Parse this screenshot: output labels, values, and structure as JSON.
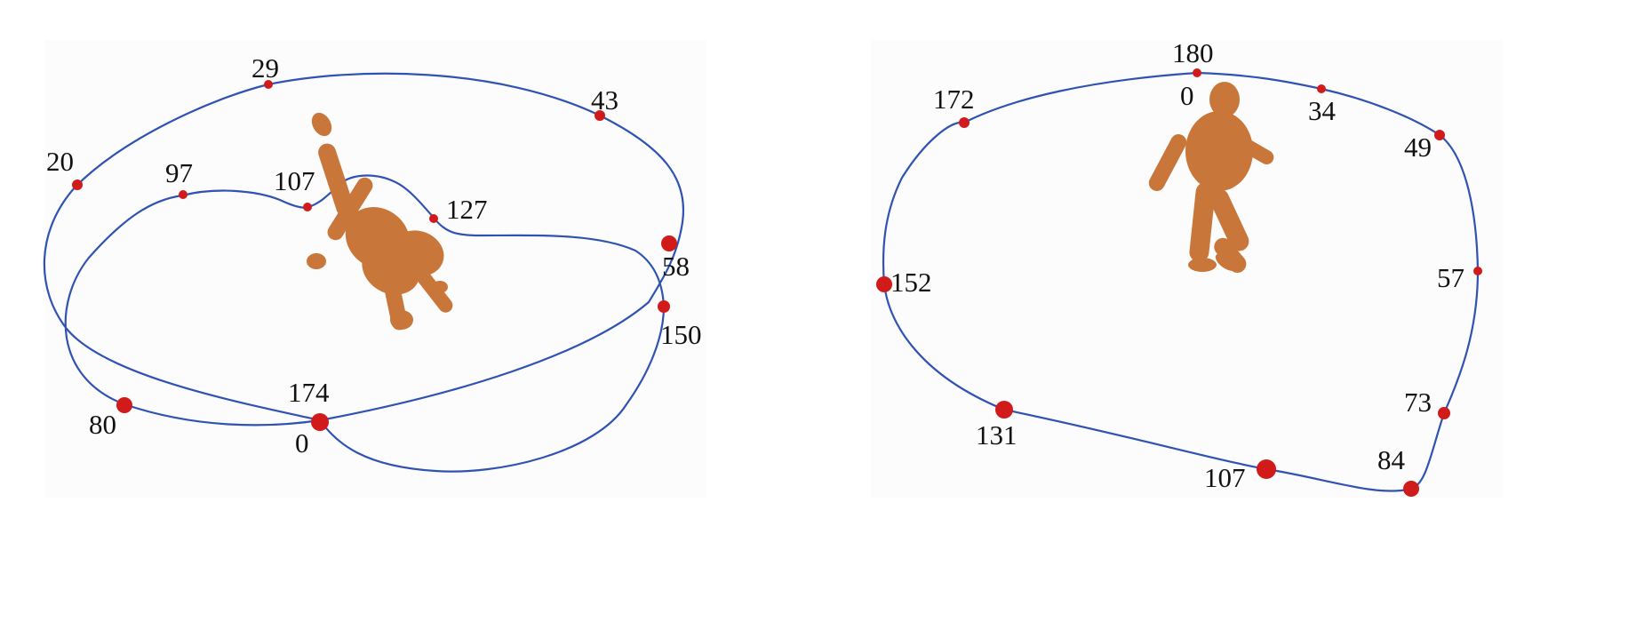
{
  "colors": {
    "background": "#ffffff",
    "panel_background": "#fdfcfc",
    "curve": "#2f52b3",
    "marker": "#d11a1a",
    "figure": "#c8763a",
    "label_text": "#111111"
  },
  "panels": [
    {
      "name": "cartwheel-trajectory",
      "figure_icon": "human-figure-cartwheel-icon",
      "labels": [
        "29",
        "43",
        "20",
        "97",
        "107",
        "127",
        "58",
        "150",
        "174",
        "80",
        "0"
      ]
    },
    {
      "name": "walking-trajectory",
      "figure_icon": "human-figure-walking-icon",
      "labels": [
        "180",
        "0",
        "172",
        "34",
        "49",
        "152",
        "57",
        "73",
        "131",
        "84",
        "107"
      ]
    }
  ]
}
